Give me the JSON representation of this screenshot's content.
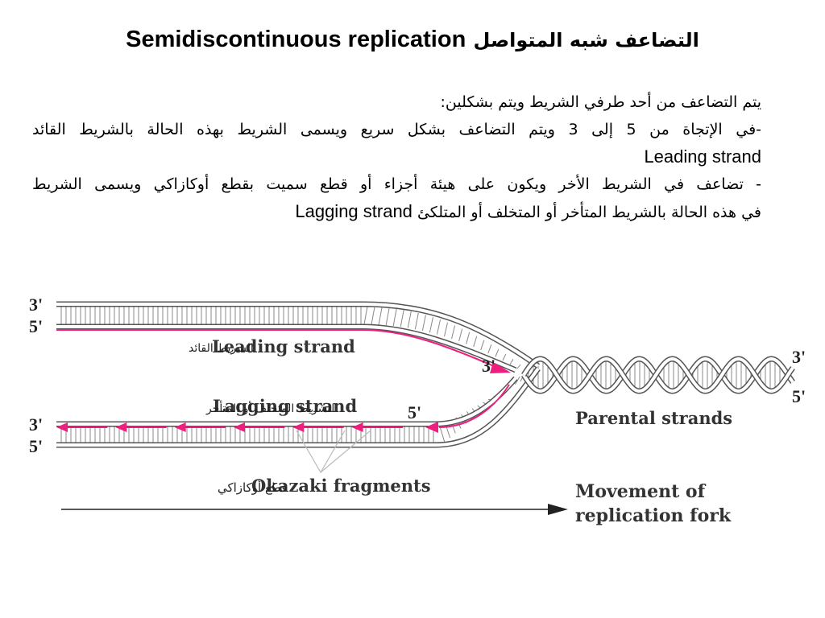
{
  "title": {
    "english": "Semidiscontinuous replication",
    "arabic": "التضاعف شبه المتواصل"
  },
  "body": {
    "line1": "يتم التضاعف من أحد طرفي الشريط ويتم بشكلين:",
    "line2": "-في الإتجاة من 5 إلى 3 ويتم التضاعف بشكل سريع ويسمى الشريط بهذه الحالة بالشريط القائد",
    "line3": "Leading strand",
    "line4": "- تضاعف في الشريط الأخر ويكون على هيئة أجزاء أو قطع سميت بقطع أوكازاكي ويسمى الشريط",
    "line5_ar": "في هذه الحالة بالشريط المتأخر أو المتخلف أو المتلكئ",
    "line5_en": "Lagging strand"
  },
  "diagram": {
    "end_labels": {
      "top_left_3": "3'",
      "top_left_5": "5'",
      "bottom_left_3": "3'",
      "bottom_left_5": "5'",
      "fork_3": "3'",
      "lagging_5": "5'",
      "right_3": "3'",
      "right_5": "5'"
    },
    "labels": {
      "leading_strand": "Leading strand",
      "leading_strand_ar": "الشريط القائد",
      "lagging_strand": "Lagging strand",
      "lagging_strand_ar": "الشريط المتخلف أو المتأخر",
      "parental_strands": "Parental strands",
      "okazaki_fragments": "Okazaki fragments",
      "okazaki_fragments_ar": "قطع أوكازاكي",
      "movement_line1": "Movement of",
      "movement_line2": "replication fork"
    },
    "colors": {
      "new_strand": "#ee1f7e",
      "strand_outline": "#555555",
      "rungs": "#888888",
      "arrow": "#222222"
    },
    "okazaki_fragment_count": 6
  }
}
